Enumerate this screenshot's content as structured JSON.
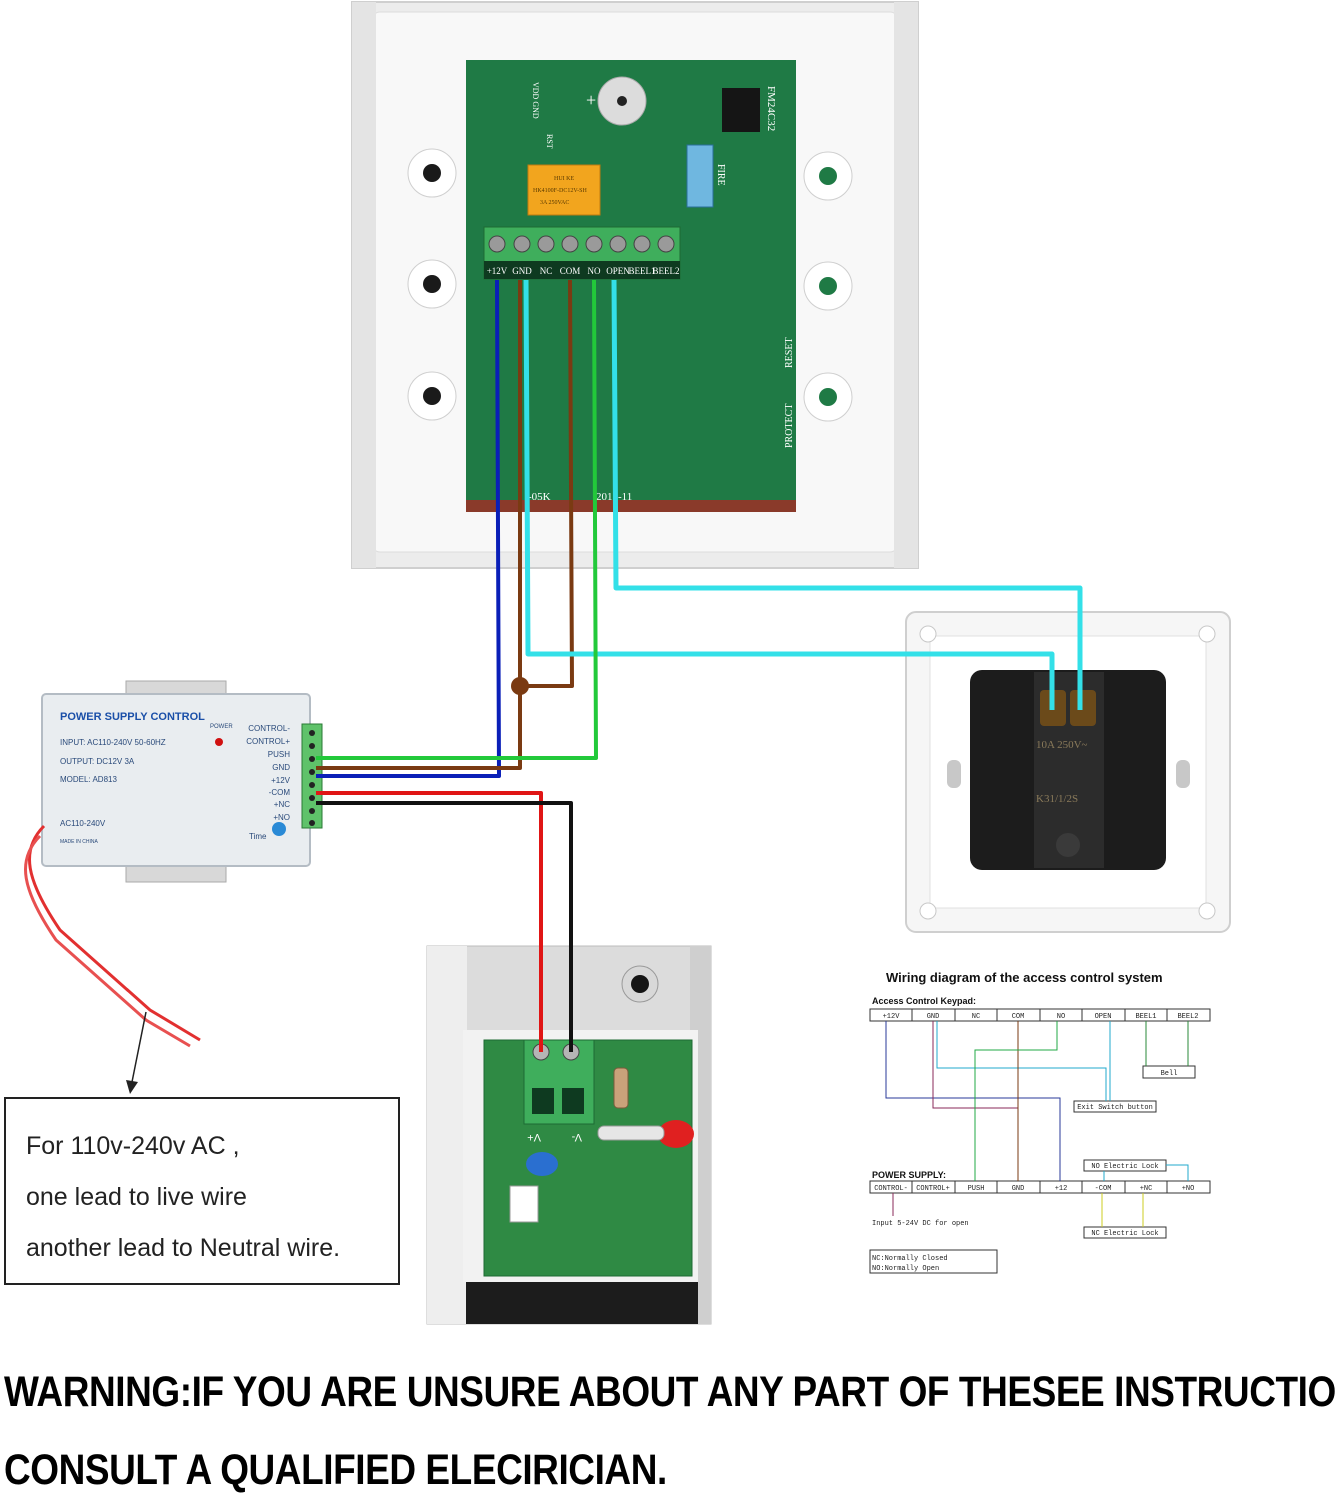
{
  "keypad": {
    "terminals": [
      "+12V",
      "GND",
      "NC",
      "COM",
      "NO",
      "OPEN",
      "BEEL1",
      "BEEL2"
    ],
    "board_labels": {
      "vdd_gnd": "VDD GND",
      "rst": "RST",
      "plus": "+",
      "chip": "FM24C32",
      "fire": "FIRE",
      "reset": "RESET",
      "protect": "PROTECT",
      "code": "-05K",
      "date": "2013-11",
      "relay_line1": "HUI KE",
      "relay_line2": "HK4100F-DC12V-SH",
      "relay_line3": "3A 250VAC"
    }
  },
  "power_supply": {
    "title": "POWER SUPPLY CONTROL",
    "input": "INPUT: AC110-240V  50-60HZ",
    "output": "OUTPUT: DC12V  3A",
    "model": "MODEL: AD813",
    "ac": "AC110-240V",
    "made_in": "MADE IN CHINA",
    "power_led": "POWER",
    "time": "Time",
    "terminals": [
      "CONTROL-",
      "CONTROL+",
      "PUSH",
      "GND",
      "+12V",
      "-COM",
      "+NC",
      "+NO"
    ]
  },
  "exit_switch": {
    "rating": "10A 250V~",
    "model": "K31/1/2S"
  },
  "lock": {
    "v_plus": "V+",
    "v_minus": "V-"
  },
  "note": {
    "lines": [
      "For 110v-240v AC ,",
      "one lead to live wire",
      "another lead to Neutral wire."
    ]
  },
  "wiring_diagram": {
    "title": "Wiring diagram of the access control system",
    "keypad_label": "Access Control Keypad:",
    "keypad_terminals": [
      "+12V",
      "GND",
      "NC",
      "COM",
      "NO",
      "OPEN",
      "BEEL1",
      "BEEL2"
    ],
    "bell": "Bell",
    "exit_button": "Exit Switch button",
    "power_label": "POWER SUPPLY:",
    "power_terminals": [
      "CONTROL-",
      "CONTROL+",
      "PUSH",
      "GND",
      "+12",
      "-COM",
      "+NC",
      "+NO"
    ],
    "input_note": "Input 5-24V DC for open",
    "no_lock": "NO Electric Lock",
    "nc_lock": "NC Electric Lock",
    "legend_nc": "NC:Normally Closed",
    "legend_no": "NO:Normally Open"
  },
  "warning": {
    "line1": "WARNING:IF YOU ARE UNSURE ABOUT ANY PART OF THESEE INSTRUCTIONS,",
    "line2": "CONSULT A QUALIFIED ELECIRICIAN."
  },
  "colors": {
    "board": "#1f7a45",
    "terminal_block": "#3fae5c",
    "blue_wire": "#0a1fb8",
    "brown_wire": "#7a3a12",
    "cyan_wire": "#33e0e8",
    "green_wire": "#22c93a",
    "red_wire": "#e01515",
    "black_wire": "#111111"
  }
}
